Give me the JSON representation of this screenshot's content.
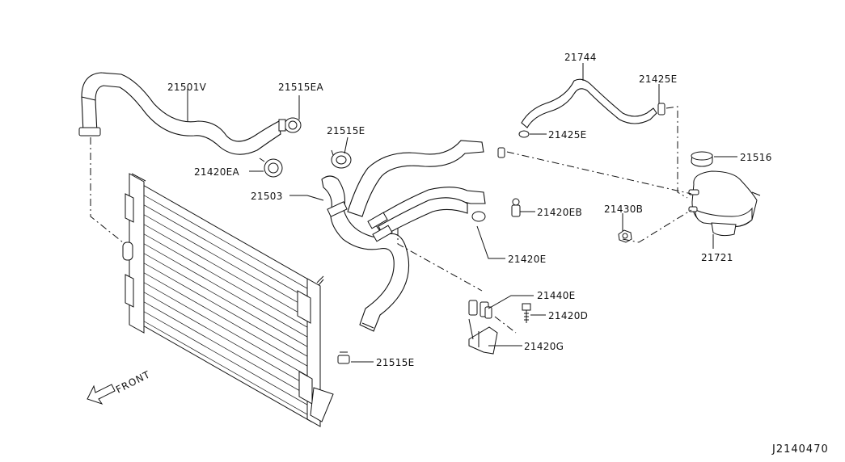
{
  "diagram": {
    "diagram_code": "J2140470",
    "front_label": "FRONT",
    "parts": [
      {
        "id": "p21501v",
        "label": "21501V",
        "icon": "upper-radiator-hose-icon"
      },
      {
        "id": "p21515ea",
        "label": "21515EA",
        "icon": "hose-clamp-icon"
      },
      {
        "id": "p21420ea",
        "label": "21420EA",
        "icon": "hose-clamp-icon"
      },
      {
        "id": "p21515e_top",
        "label": "21515E",
        "icon": "hose-clamp-icon"
      },
      {
        "id": "p21503",
        "label": "21503",
        "icon": "lower-radiator-hose-icon"
      },
      {
        "id": "p21744",
        "label": "21744",
        "icon": "reservoir-hose-icon"
      },
      {
        "id": "p21425e_top",
        "label": "21425E",
        "icon": "hose-clip-icon"
      },
      {
        "id": "p21425e_mid",
        "label": "21425E",
        "icon": "hose-clip-icon"
      },
      {
        "id": "p21516",
        "label": "21516",
        "icon": "reservoir-cap-icon"
      },
      {
        "id": "p21420eb",
        "label": "21420EB",
        "icon": "hose-clamp-icon"
      },
      {
        "id": "p21430b",
        "label": "21430B",
        "icon": "nut-icon"
      },
      {
        "id": "p21721",
        "label": "21721",
        "icon": "reservoir-tank-icon"
      },
      {
        "id": "p21420e",
        "label": "21420E",
        "icon": "hose-clamp-icon"
      },
      {
        "id": "p21440e",
        "label": "21440E",
        "icon": "hose-clip-icon"
      },
      {
        "id": "p21420d",
        "label": "21420D",
        "icon": "bolt-icon"
      },
      {
        "id": "p21420g",
        "label": "21420G",
        "icon": "bracket-icon"
      },
      {
        "id": "p21515e_bot",
        "label": "21515E",
        "icon": "hose-clamp-icon"
      }
    ]
  }
}
